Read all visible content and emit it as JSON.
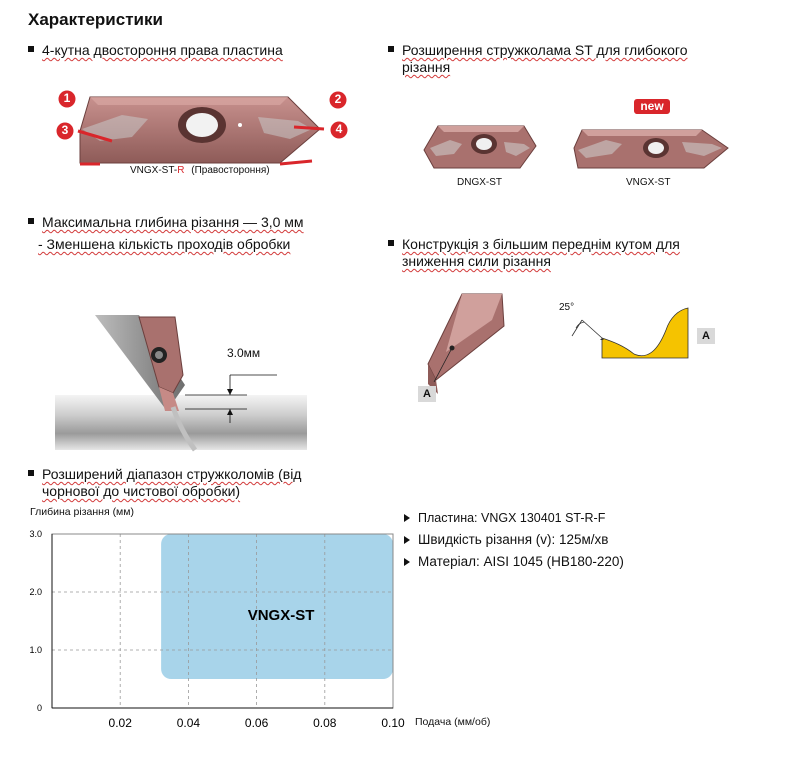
{
  "title": "Характеристики",
  "features": {
    "f1": {
      "text": "4-кутна двостороння права пластина"
    },
    "f2_line1": "Розширення стружколама ST для глибокого",
    "f2_line2": "різання",
    "f3_line1": "Максимальна глибина різання — 3,0 мм",
    "f3_line2": "- Зменшена кількість проходів обробки",
    "f4_line1": "Конструкція з більшим переднім кутом для",
    "f4_line2": "зниження сили різання",
    "f5_line1": "Розширений діапазон стружколомів (від",
    "f5_line2": "чорнової до чистової обробки)"
  },
  "insert_main": {
    "caption_prefix": "VNGX-ST-",
    "caption_r": "R",
    "caption_suffix": "(Правостороння)",
    "markers": [
      "1",
      "2",
      "3",
      "4"
    ]
  },
  "dngx_label": "DNGX-ST",
  "vngx_label": "VNGX-ST",
  "new_badge": "new",
  "depth_label": "3.0мм",
  "angle_label": "25°",
  "section_a": "A",
  "params": {
    "insert": "Пластина:  VNGX   130401   ST-R-F",
    "speed": "Швидкість різання (v): 125м/хв",
    "material": "Матеріал: AISI 1045 (HB180-220)"
  },
  "chart_data": {
    "type": "area",
    "ylabel": "Глибина різання",
    "ylabel_unit": "(мм)",
    "xlabel": "Подача",
    "xlabel_unit": "(мм/об)",
    "xlim": [
      0,
      0.1
    ],
    "ylim": [
      0,
      3.0
    ],
    "x_ticks": [
      "0.02",
      "0.04",
      "0.06",
      "0.08",
      "0.10"
    ],
    "y_ticks": [
      "3.0",
      "2.0",
      "1.0",
      "0"
    ],
    "grid": true,
    "region": {
      "name": "VNGX-ST",
      "x": [
        0.032,
        0.1
      ],
      "y": [
        0.5,
        3.0
      ],
      "color": "#a8d4ea"
    }
  },
  "colors": {
    "insert": "#a9716e",
    "insert_dark": "#7a4a48",
    "red": "#d9262b",
    "yellow": "#f5c300"
  }
}
